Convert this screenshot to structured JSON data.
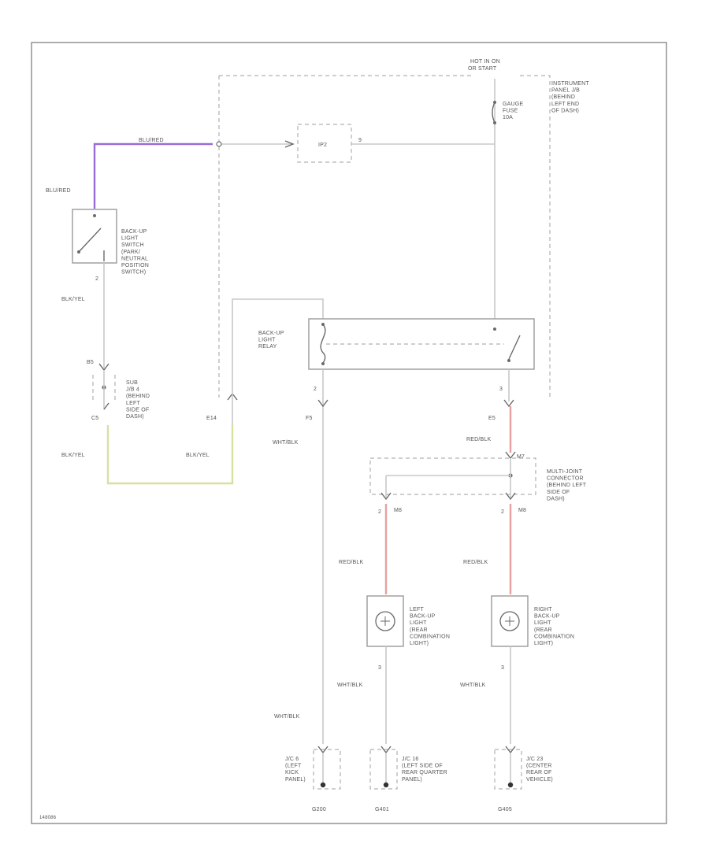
{
  "colors": {
    "blu_red_wire": "#9b6bd9",
    "blk_yel_wire": "#d8e0a0",
    "red_blk_wire": "#e8a0a0",
    "plain_wire": "#c8c8c8",
    "border": "#8a8a8a"
  },
  "labels": {
    "hot_in_on": "HOT IN ON",
    "or_start": "OR START",
    "ip_jb": "INSTRUMENT\nPANEL J/B\n(BEHIND\nLEFT END\nOF DASH)",
    "gauge_fuse": "GAUGE\nFUSE\n10A",
    "ip_box": "IP2",
    "pin_9": "9",
    "wire_blu_red_top": "BLU/RED",
    "wire_blu_red_left": "BLU/RED",
    "backup_switch": "BACK-UP\nLIGHT\nSWITCH\n(PARK/\nNEUTRAL\nPOSITION\nSWITCH)",
    "pin_2_switch": "2",
    "wire_blk_yel_1": "BLK/YEL",
    "conn_b5": "B5",
    "sub_jb": "SUB\nJ/B 4\n(BEHIND\nLEFT\nSIDE OF\nDASH)",
    "conn_c5": "C5",
    "conn_e14": "E14",
    "wire_blk_yel_2": "BLK/YEL",
    "wire_blk_yel_3": "BLK/YEL",
    "relay": "BACK-UP\nLIGHT\nRELAY",
    "pin_2a": "2",
    "pin_3a": "3",
    "conn_f5": "F5",
    "conn_e5": "E5",
    "wire_wht_blk_1": "WHT/BLK",
    "wire_red_blk_1": "RED/BLK",
    "conn_m7": "M7",
    "multi_jc": "MULTI-JOINT\nCONNECTOR\n(BEHIND LEFT\nSIDE OF\nDASH)",
    "conn_m8a": "M8",
    "conn_m8b": "M8",
    "pin_2b": "2",
    "pin_2c": "2",
    "wire_red_blk_2": "RED/BLK",
    "wire_red_blk_3": "RED/BLK",
    "left_light": "LEFT\nBACK-UP\nLIGHT\n(REAR\nCOMBINATION\nLIGHT)",
    "right_light": "RIGHT\nBACK-UP\nLIGHT\n(REAR\nCOMBINATION\nLIGHT)",
    "pin_3b": "3",
    "pin_3c": "3",
    "wire_wht_blk_2": "WHT/BLK",
    "wire_wht_blk_3": "WHT/BLK",
    "wire_wht_blk_4": "WHT/BLK",
    "jc6": "J/C 6\n(LEFT\nKICK\nPANEL)",
    "jc16": "J/C 16\n(LEFT SIDE OF\nREAR QUARTER\nPANEL)",
    "jc23": "J/C 23\n(CENTER\nREAR OF\nVEHICLE)",
    "g_200": "G200",
    "g_401": "G401",
    "g_405": "G405",
    "figure_id": "148086"
  }
}
